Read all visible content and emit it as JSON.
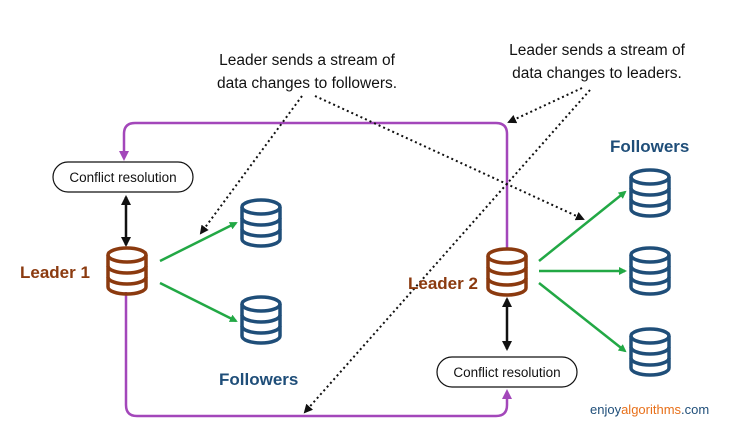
{
  "annotations": {
    "left_line1": "Leader sends a stream of",
    "left_line2": "data changes to followers.",
    "right_line1": "Leader sends a stream of",
    "right_line2": "data changes to leaders."
  },
  "leaders": {
    "leader1": "Leader 1",
    "leader2": "Leader 2"
  },
  "followers": {
    "left_label": "Followers",
    "right_label": "Followers"
  },
  "conflict": {
    "left": "Conflict resolution",
    "right": "Conflict resolution"
  },
  "brand": {
    "prefix": "enjoy",
    "accent": "algorithms",
    "suffix": ".com"
  },
  "colors": {
    "leader": "#8B3A0F",
    "follower": "#1F4E79",
    "replication": "#22A845",
    "cross_link": "#A347BA",
    "brand_accent": "#E8701A"
  }
}
